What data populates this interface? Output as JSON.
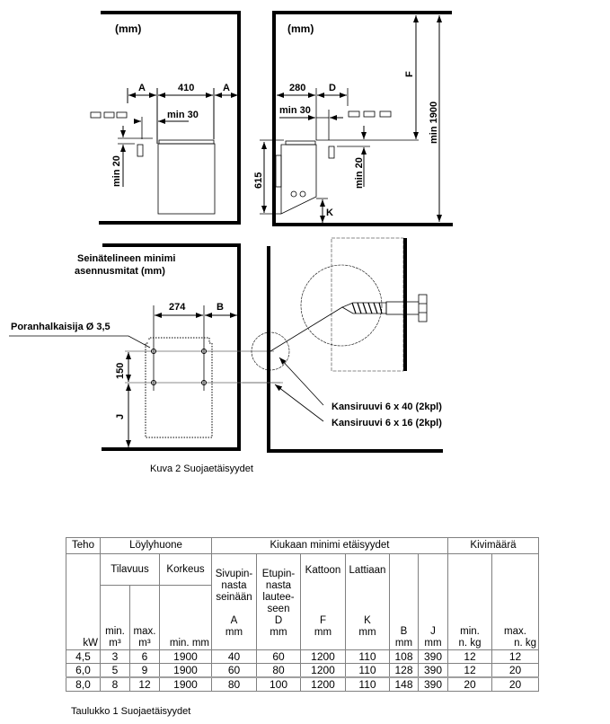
{
  "figure": {
    "panel_top_left": {
      "unit": "(mm)",
      "dim_a_left": "A",
      "dim_width": "410",
      "dim_a_right": "A",
      "dim_min_side": "min 30",
      "dim_min_vert": "min 20"
    },
    "panel_top_right": {
      "unit": "(mm)",
      "dim_depth": "280",
      "dim_d": "D",
      "dim_min_side": "min 30",
      "dim_f": "F",
      "dim_min_height": "min 1900",
      "dim_height": "615",
      "dim_min_vert": "min 20",
      "dim_k": "K"
    },
    "panel_bottom_left": {
      "title_line1": "Seinätelineen minimi",
      "title_line2": "asennusmitat (mm)",
      "dim_hole_spacing": "274",
      "dim_b": "B",
      "drill_label": "Poranhalkaisija Ø 3,5",
      "dim_vert_spacing": "150",
      "dim_j": "J"
    },
    "panel_bottom_right": {
      "screw_1": "Kansiruuvi 6 x 40 (2kpl)",
      "screw_2": "Kansiruuvi 6 x 16 (2kpl)"
    },
    "caption": "Kuva 2 Suojaetäisyydet"
  },
  "table": {
    "groups": {
      "teho": "Teho",
      "loylyhuone": "Löylyhuone",
      "kiukaan": "Kiukaan minimi etäisyydet",
      "kivimaara": "Kivimäärä"
    },
    "sub": {
      "tilavuus": "Tilavuus",
      "korkeus": "Korkeus",
      "sivupinnasta": "Sivupin- nasta seinään",
      "etupinnasta": "Etupin- nasta lautee- seen",
      "kattoon": "Kattoon",
      "lattiaan": "Lattiaan"
    },
    "units": {
      "kw": "kW",
      "vol_min_1": "min.",
      "vol_min_2": "m³",
      "vol_max_1": "max.",
      "vol_max_2": "m³",
      "height_min": "min. mm",
      "a_1": "A",
      "a_2": "mm",
      "d_1": "D",
      "d_2": "mm",
      "f_1": "F",
      "f_2": "mm",
      "k_1": "K",
      "k_2": "mm",
      "b_1": "B",
      "b_2": "mm",
      "j_1": "J",
      "j_2": "mm",
      "stone_min_1": "min.",
      "stone_min_2": "n. kg",
      "stone_max_1": "max.",
      "stone_max_2": "n. kg"
    },
    "rows": [
      [
        "4,5",
        "3",
        "6",
        "1900",
        "40",
        "60",
        "1200",
        "110",
        "108",
        "390",
        "12",
        "12"
      ],
      [
        "6,0",
        "5",
        "9",
        "1900",
        "60",
        "80",
        "1200",
        "110",
        "128",
        "390",
        "12",
        "20"
      ],
      [
        "8,0",
        "8",
        "12",
        "1900",
        "80",
        "100",
        "1200",
        "110",
        "148",
        "390",
        "20",
        "20"
      ]
    ],
    "caption": "Taulukko 1 Suojaetäisyydet"
  }
}
